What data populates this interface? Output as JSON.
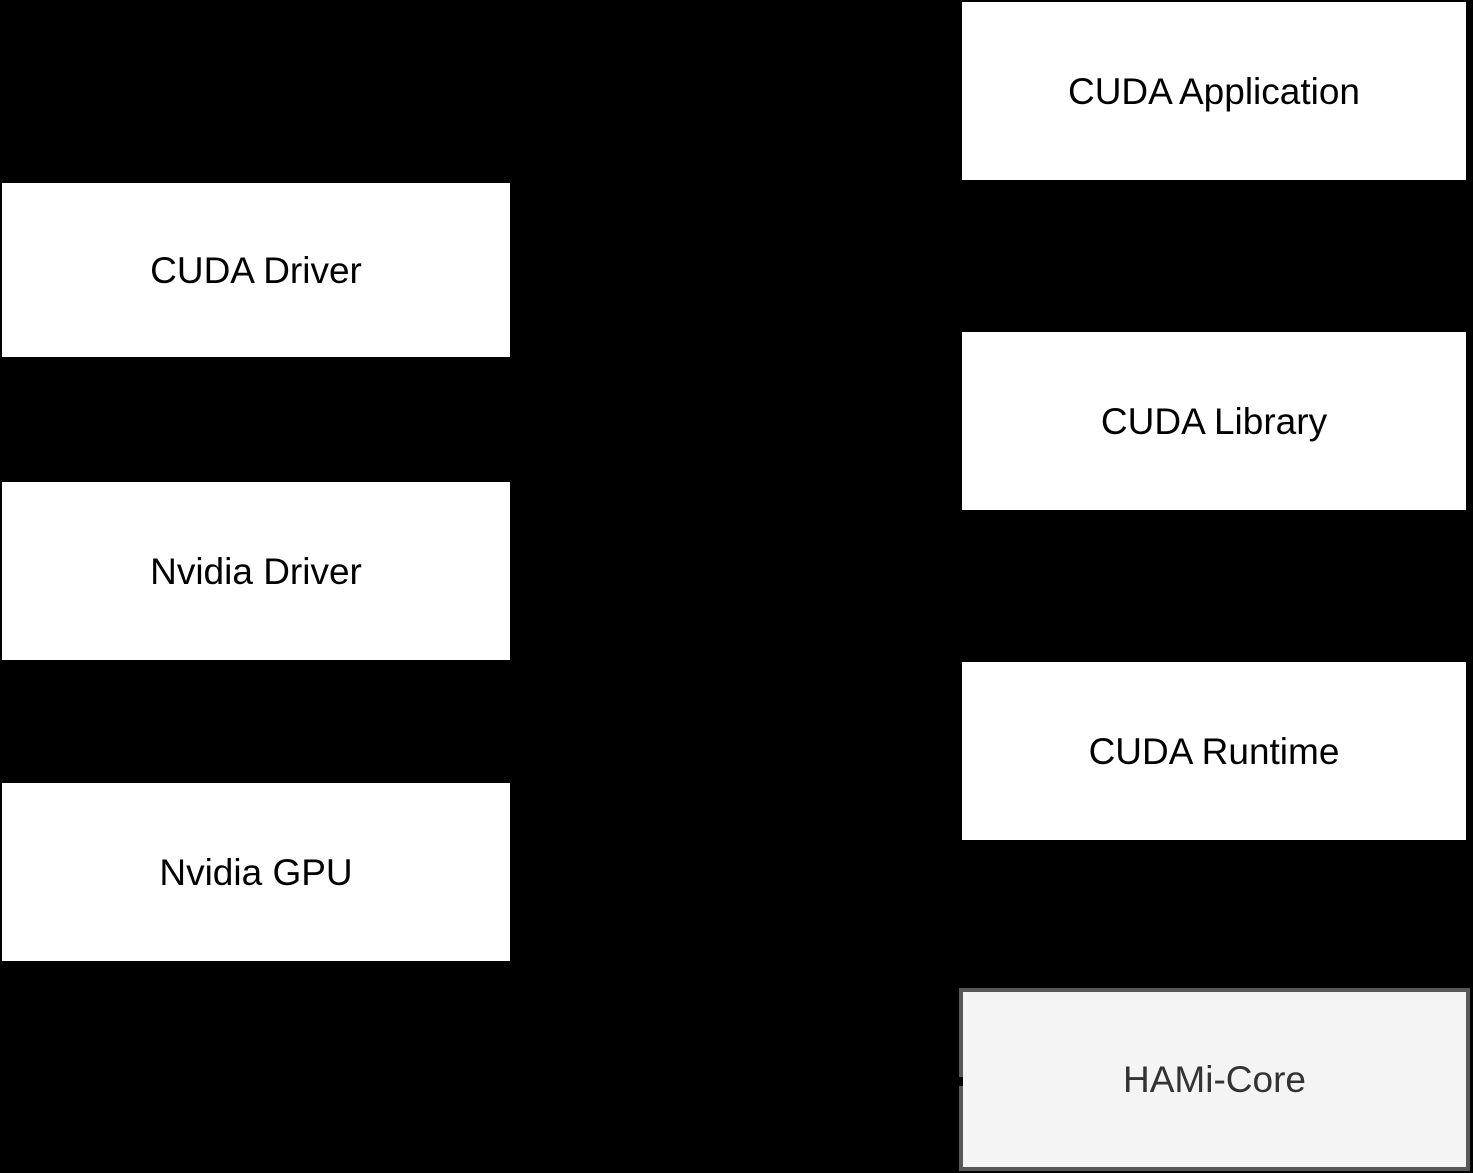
{
  "diagram": {
    "background_color": "#000000",
    "node_fill_color": "#ffffff",
    "node_text_color": "#000000",
    "left_column": {
      "boxes": [
        {
          "label": "CUDA Driver"
        },
        {
          "label": "Nvidia Driver"
        },
        {
          "label": "Nvidia GPU"
        }
      ]
    },
    "right_column": {
      "boxes": [
        {
          "label": "CUDA Application"
        },
        {
          "label": "CUDA Library"
        },
        {
          "label": "CUDA Runtime"
        }
      ],
      "highlight_box": {
        "label": "HAMi-Core",
        "fill_color": "#f4f4f5",
        "border_color": "#58585a",
        "text_color": "#333333"
      }
    }
  }
}
